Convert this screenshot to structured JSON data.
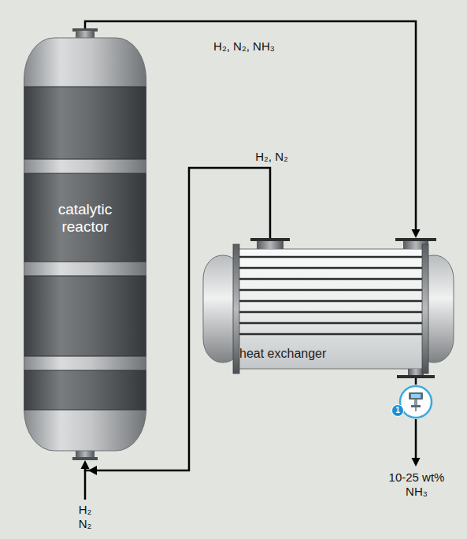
{
  "diagram": {
    "nodes": [
      {
        "text": [
          "catalytic reactor"
        ]
      },
      {
        "text": [
          "heat exchanger"
        ]
      },
      {
        "text": [
          "1"
        ]
      }
    ],
    "edges": [
      {
        "from": 0,
        "to": 1,
        "arrow": "to",
        "label": "H₂, N₂, NH₃"
      },
      {
        "from": 1,
        "to": 0,
        "arrow": "to",
        "label": "H₂, N₂"
      },
      {
        "from": 1,
        "to": 2,
        "arrow": "none"
      }
    ],
    "labels": [
      "H₂ N₂",
      "10-25 wt% NH₃"
    ]
  }
}
